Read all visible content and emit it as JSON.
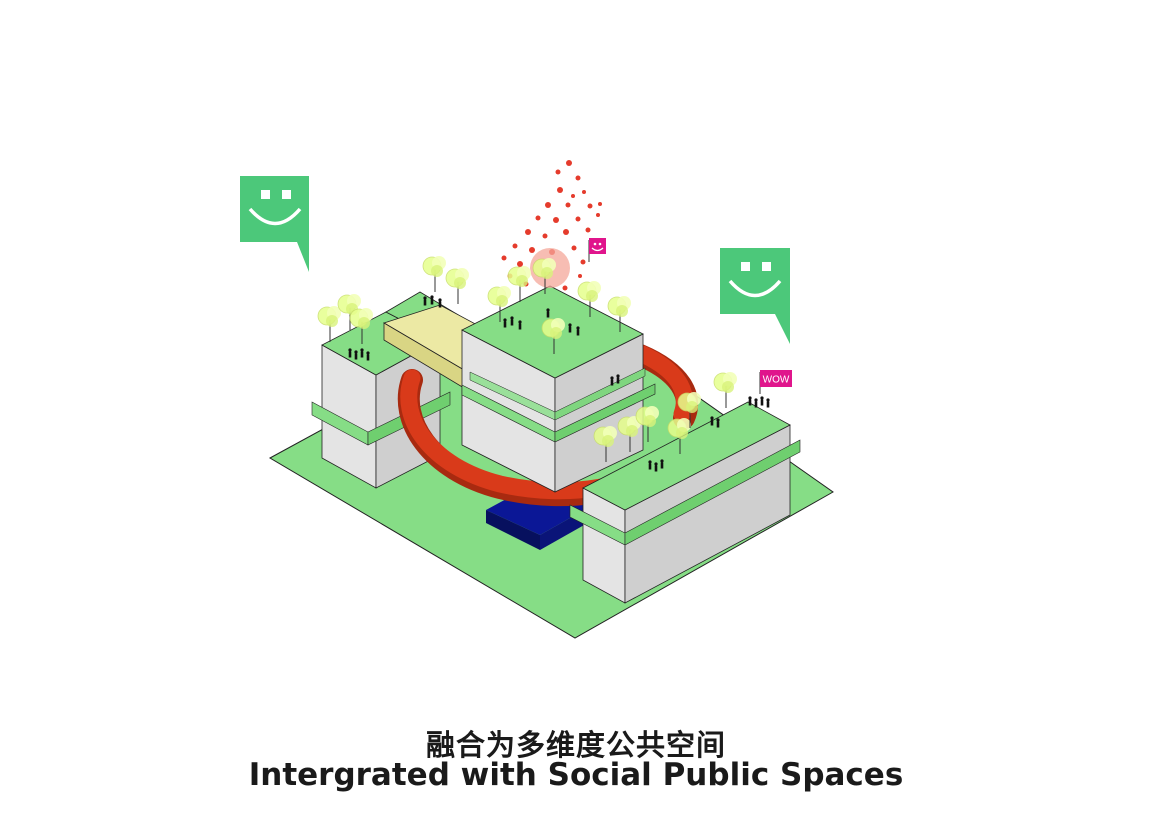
{
  "caption": {
    "chinese": "融合为多维度公共空间",
    "english": "Intergrated with Social Public Spaces"
  },
  "tag": {
    "wow_label": "WOW"
  },
  "icons": [
    "smiley-speech-bubble-icon",
    "smiley-speech-bubble-icon",
    "pink-smiley-flag-icon",
    "wow-flag-icon",
    "tree-icon",
    "people-icon"
  ],
  "colors": {
    "ground": "#86dd86",
    "roof": "#86dd86",
    "wall_light": "#e4e4e4",
    "wall_dark": "#cfcfcf",
    "bridge": "#ece9a4",
    "ring": "#d93a1a",
    "blue_block": "#0b1796",
    "bubble": "#4cc87a",
    "flag": "#e0158c",
    "dots": "#e53b2c",
    "tree": "#e6ff8c"
  }
}
